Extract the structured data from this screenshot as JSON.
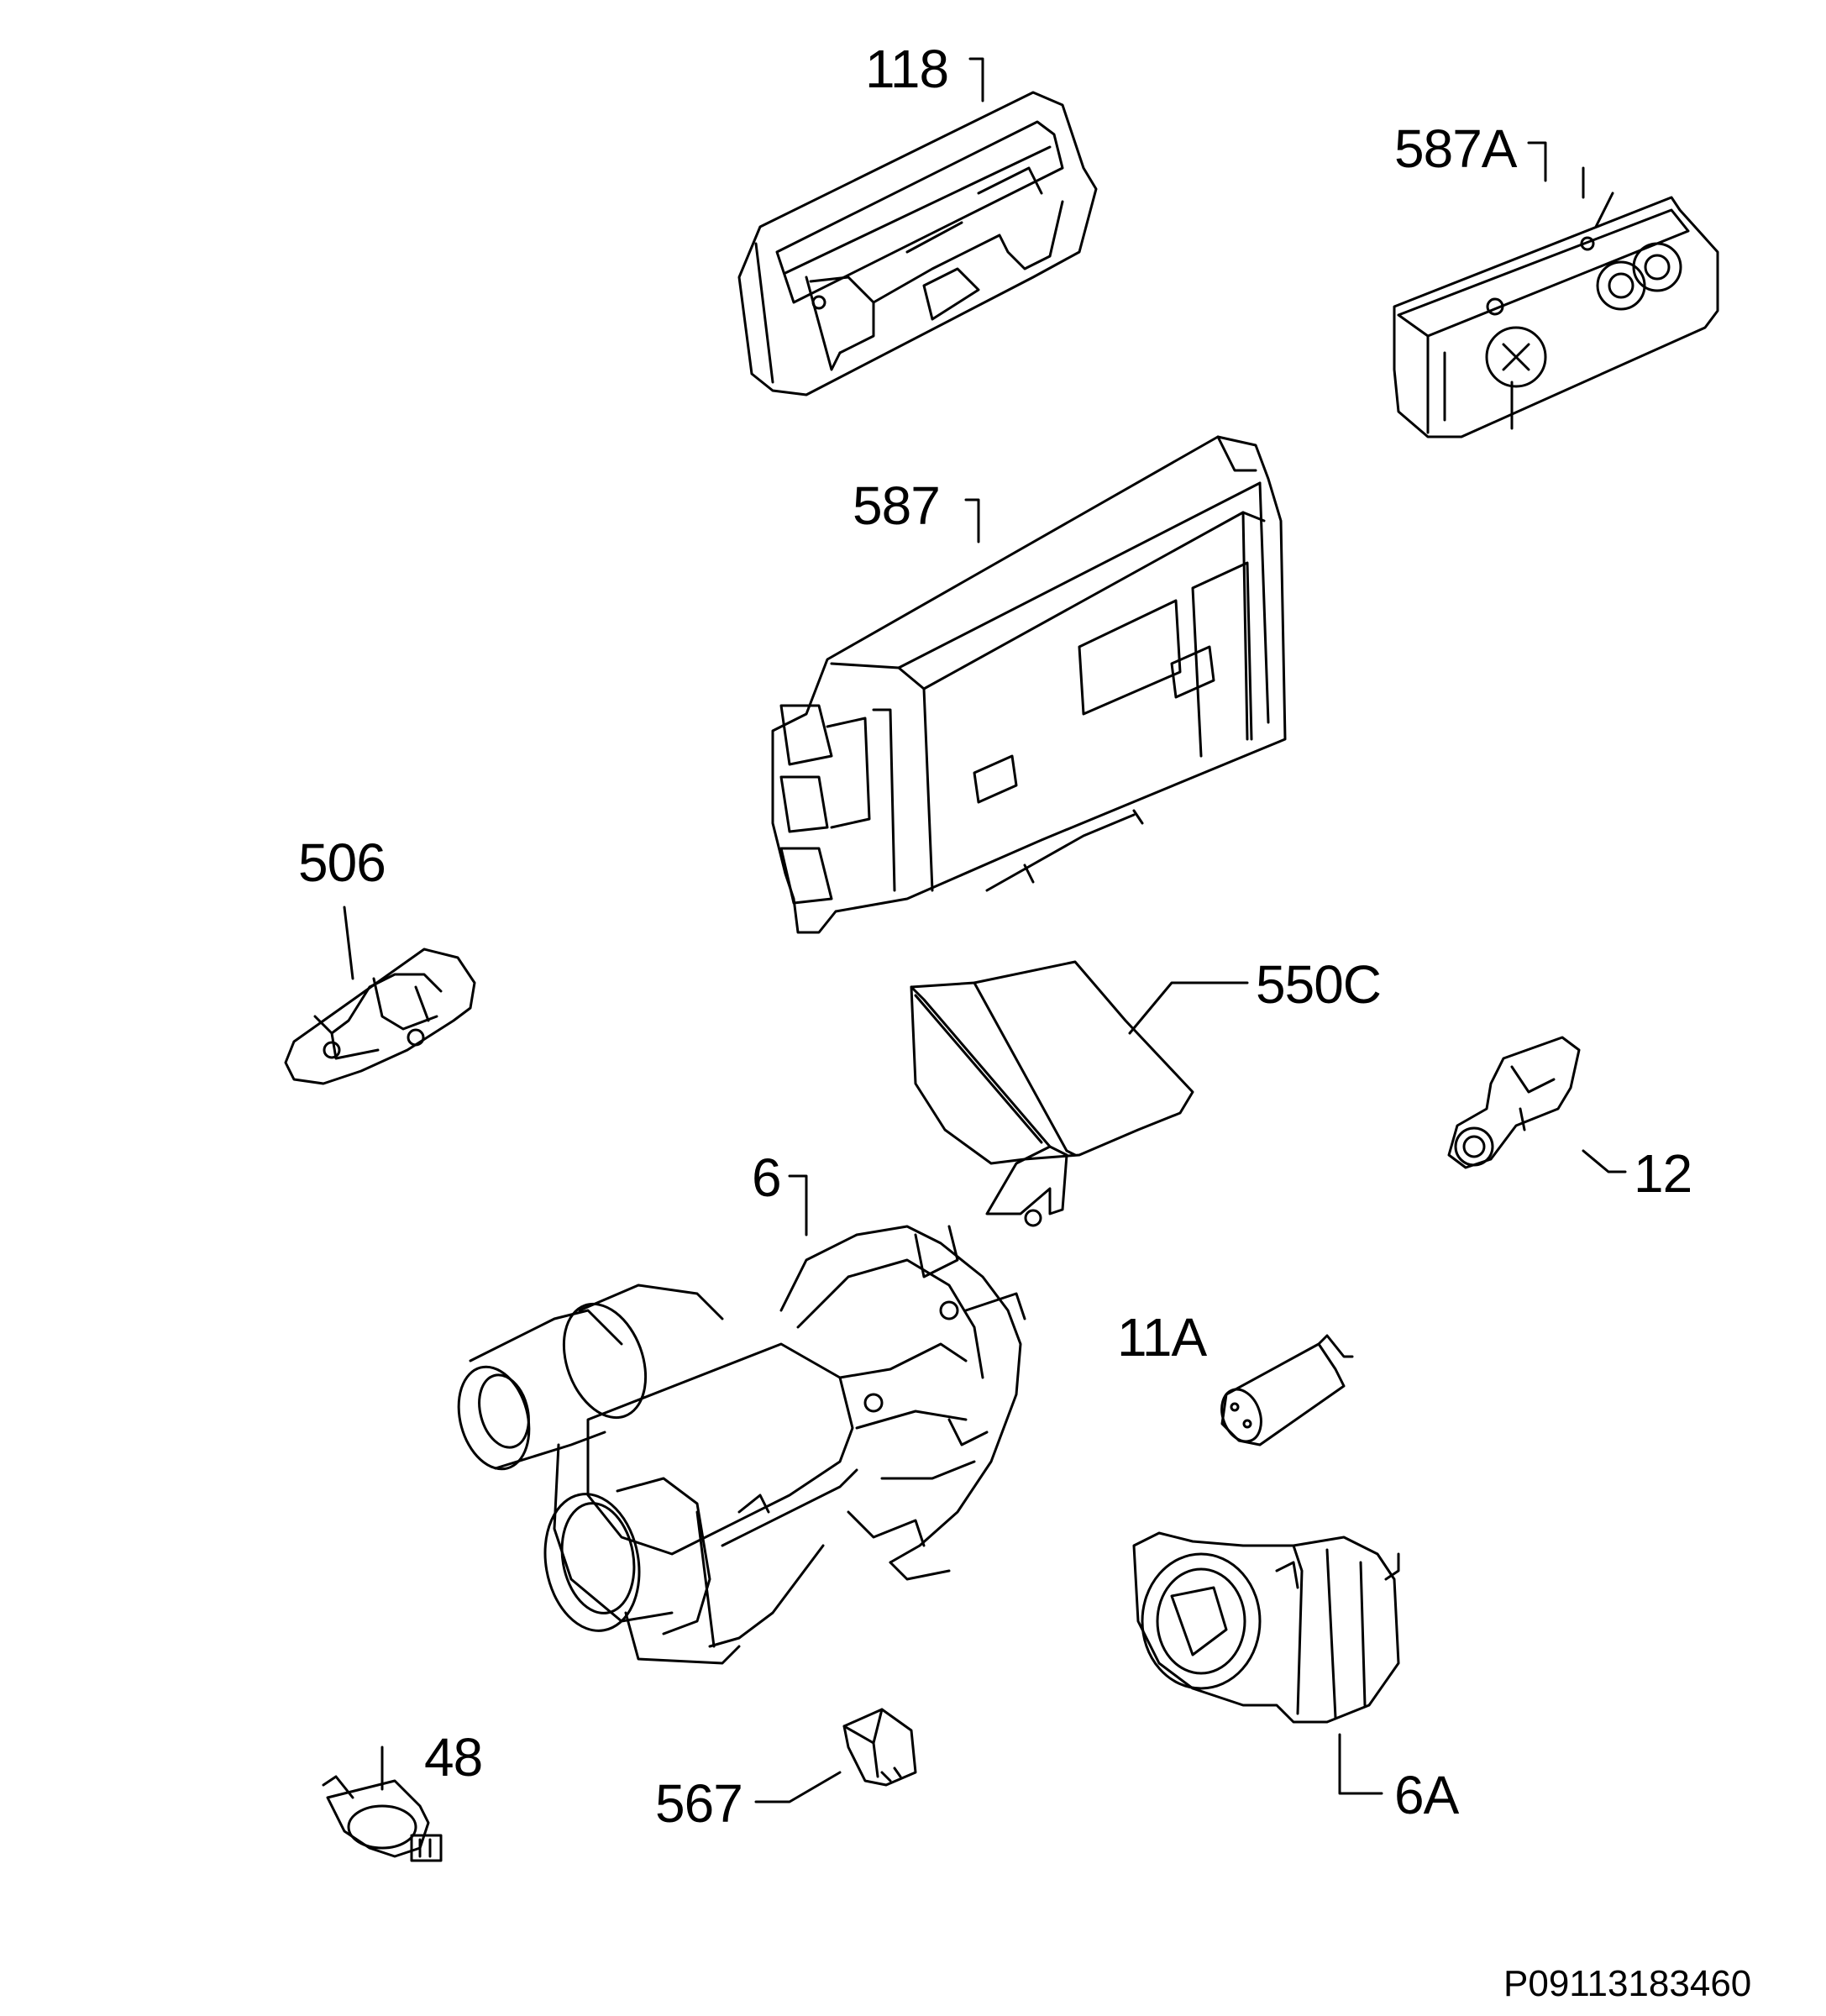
{
  "labels": {
    "p118": "118",
    "p587A": "587A",
    "p587": "587",
    "p506": "506",
    "p550C": "550C",
    "p12": "12",
    "p6": "6",
    "p11A": "11A",
    "p48": "48",
    "p567": "567",
    "p6A": "6A"
  },
  "figure_code": "P09113183460"
}
